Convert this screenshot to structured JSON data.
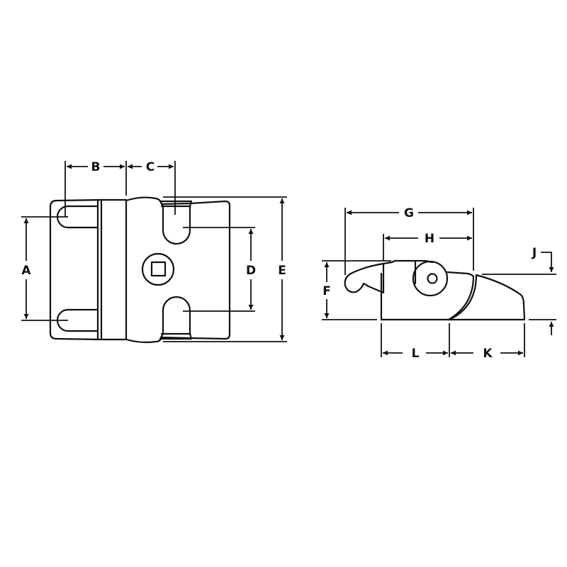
{
  "diagram": {
    "type": "technical-dimension-drawing",
    "views": [
      {
        "name": "top-view",
        "dimension_labels": [
          "A",
          "B",
          "C",
          "D",
          "E"
        ]
      },
      {
        "name": "side-view",
        "dimension_labels": [
          "F",
          "G",
          "H",
          "J",
          "K",
          "L"
        ]
      }
    ]
  },
  "labels": {
    "A": "A",
    "B": "B",
    "C": "C",
    "D": "D",
    "E": "E",
    "F": "F",
    "G": "G",
    "H": "H",
    "J": "J",
    "K": "K",
    "L": "L"
  },
  "colors": {
    "line": "#111111",
    "background": "#ffffff"
  }
}
